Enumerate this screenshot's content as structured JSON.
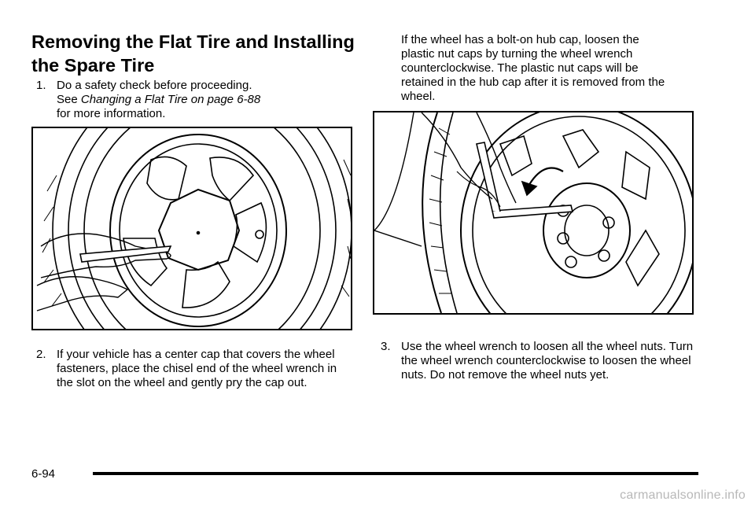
{
  "heading": "Removing the Flat Tire and Installing the Spare Tire",
  "step1": {
    "number": "1.",
    "line1": "Do a safety check before proceeding.",
    "see": "See ",
    "ref": "Changing a Flat Tire",
    "on_page": " on page 6‑88",
    "line3": "for more information."
  },
  "step2": {
    "number": "2.",
    "text": "If your vehicle has a center cap that covers the wheel fasteners, place the chisel end of the wheel wrench in the slot on the wheel and gently pry the cap out."
  },
  "hubcap_note": "If the wheel has a bolt-on hub cap, loosen the plastic nut caps by turning the wheel wrench counterclockwise. The plastic nut caps will be retained in the hub cap after it is removed from the wheel.",
  "step3": {
    "number": "3.",
    "text": "Use the wheel wrench to loosen all the wheel nuts. Turn the wheel wrench counterclockwise to loosen the wheel nuts. Do not remove the wheel nuts yet."
  },
  "page_number": "6-94",
  "watermark": "carmanualsonline.info"
}
